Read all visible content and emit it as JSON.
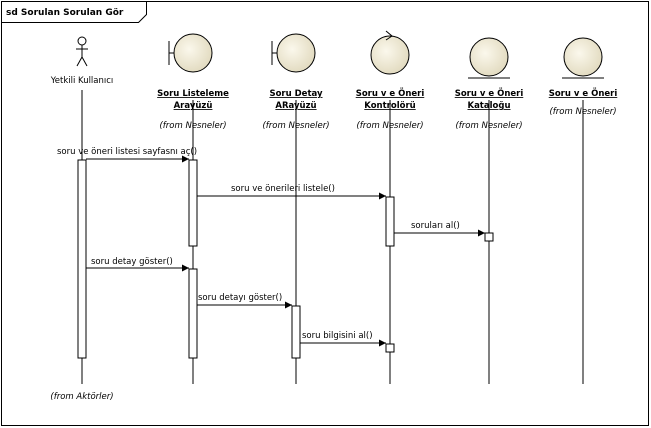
{
  "diagram": {
    "frame_title": "sd Sorulan Sorulan Gör",
    "actor": {
      "name": "Yetkili Kullanıcı",
      "from": "(from Aktörler)",
      "icon": "actor-stick-figure-icon"
    },
    "lifelines": [
      {
        "id": "soru-listeleme-arayuzu",
        "type": "boundary",
        "name_lines": [
          "Soru Listeleme",
          "Arayüzü"
        ],
        "from": "(from Nesneler)"
      },
      {
        "id": "soru-detay-arayuzu",
        "type": "boundary",
        "name_lines": [
          "Soru Detay",
          "ARayüzü"
        ],
        "from": "(from Nesneler)"
      },
      {
        "id": "soru-ve-oneri-kontroloru",
        "type": "control",
        "name_lines": [
          "Soru v e Öneri",
          "Kontrolörü"
        ],
        "from": "(from Nesneler)"
      },
      {
        "id": "soru-ve-oneri-katalogu",
        "type": "entity",
        "name_lines": [
          "Soru v e Öneri",
          "Kataloğu"
        ],
        "from": "(from Nesneler)"
      },
      {
        "id": "soru-ve-oneri",
        "type": "entity",
        "name_lines": [
          "Soru v e Öneri"
        ],
        "from": "(from Nesneler)"
      }
    ],
    "messages": [
      {
        "label": "soru ve öneri listesi sayfasnı aç()",
        "from": "actor",
        "to": "soru-listeleme-arayuzu"
      },
      {
        "label": "soru ve önerileri listele()",
        "from": "soru-listeleme-arayuzu",
        "to": "soru-ve-oneri-kontroloru"
      },
      {
        "label": "soruları al()",
        "from": "soru-ve-oneri-kontroloru",
        "to": "soru-ve-oneri-katalogu"
      },
      {
        "label": "soru detay göster()",
        "from": "actor",
        "to": "soru-listeleme-arayuzu"
      },
      {
        "label": "soru detayı göster()",
        "from": "soru-listeleme-arayuzu",
        "to": "soru-detay-arayuzu"
      },
      {
        "label": "soru bilgisini al()",
        "from": "soru-detay-arayuzu",
        "to": "soru-ve-oneri-kontroloru"
      }
    ]
  }
}
